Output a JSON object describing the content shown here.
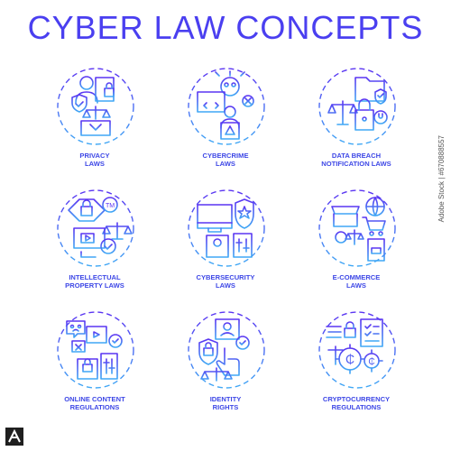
{
  "title": "CYBER LAW CONCEPTS",
  "colors": {
    "accent_top": "#5a33f2",
    "accent_bottom": "#3fa8f5",
    "title": "#4a3ff0"
  },
  "icons": [
    {
      "name": "privacy-laws-icon",
      "label_lines": [
        "PRIVACY",
        "LAWS"
      ]
    },
    {
      "name": "cybercrime-laws-icon",
      "label_lines": [
        "CYBERCRIME",
        "LAWS"
      ]
    },
    {
      "name": "data-breach-notification-laws-icon",
      "label_lines": [
        "DATA BREACH",
        "NOTIFICATION LAWS"
      ]
    },
    {
      "name": "intellectual-property-laws-icon",
      "label_lines": [
        "INTELLECTUAL",
        "PROPERTY LAWS"
      ]
    },
    {
      "name": "cybersecurity-laws-icon",
      "label_lines": [
        "CYBERSECURITY",
        "LAWS"
      ]
    },
    {
      "name": "e-commerce-laws-icon",
      "label_lines": [
        "E-COMMERCE",
        "LAWS"
      ]
    },
    {
      "name": "online-content-regulations-icon",
      "label_lines": [
        "ONLINE CONTENT",
        "REGULATIONS"
      ]
    },
    {
      "name": "identity-rights-icon",
      "label_lines": [
        "IDENTITY",
        "RIGHTS"
      ]
    },
    {
      "name": "cryptocurrency-regulations-icon",
      "label_lines": [
        "CRYPTOCURRENCY",
        "REGULATIONS"
      ]
    }
  ],
  "watermark": "Adobe Stock | #670888557",
  "tm_glyph": "TM",
  "crypto_glyph": "₵"
}
